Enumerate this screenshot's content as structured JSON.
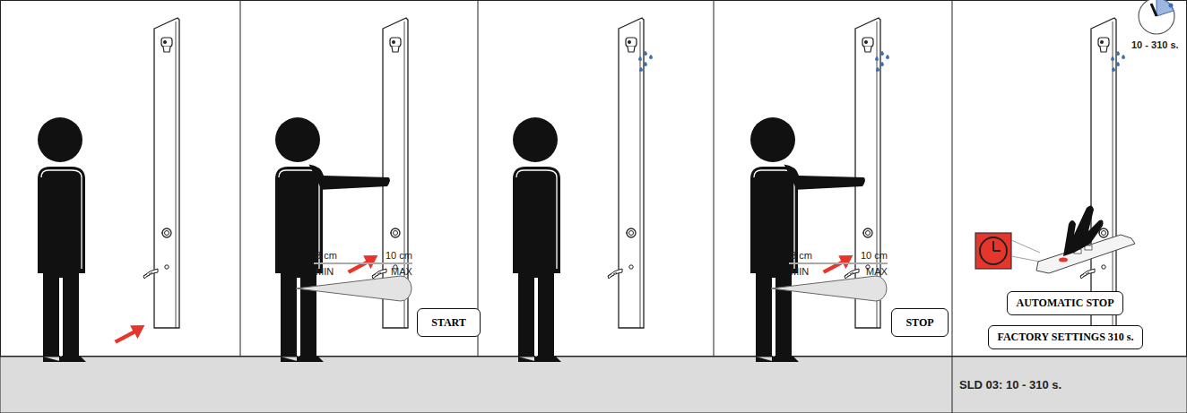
{
  "diagram": {
    "nodes": [
      {
        "text": [
          "START"
        ]
      },
      {
        "text": [
          "STOP"
        ]
      },
      {
        "text": [
          "AUTOMATIC STOP"
        ]
      },
      {
        "text": [
          "FACTORY SETTINGS 310 s."
        ]
      },
      {
        "text": [
          "SLD 03: 10 - 310 s."
        ]
      }
    ],
    "labels": [
      "3 cm",
      "10 cm",
      "MIN",
      "MAX",
      "3 cm",
      "10 cm",
      "MIN",
      "MAX",
      "10 - 310 s."
    ]
  }
}
